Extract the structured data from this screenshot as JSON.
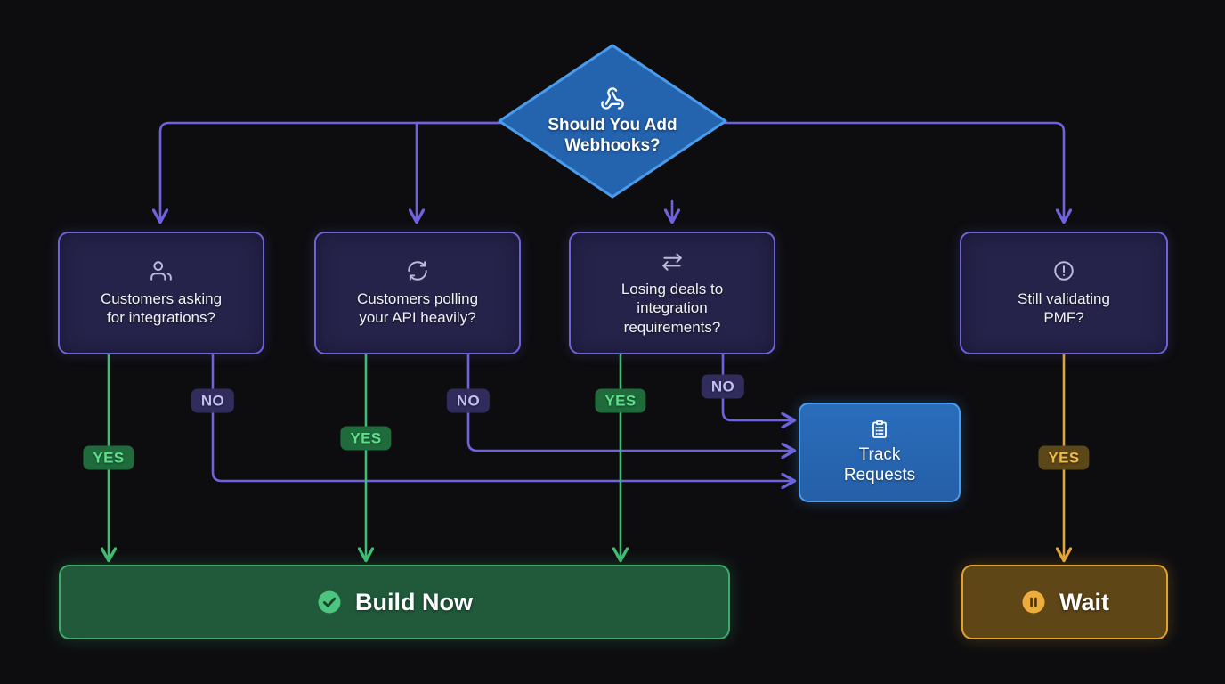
{
  "diagram": {
    "title": "Should You Add Webhooks?",
    "type": "decision-flowchart",
    "background_color": "#0d0d10"
  },
  "root": {
    "label": "Should You Add Webhooks?",
    "label_line1": "Should You Add",
    "label_line2": "Webhooks?",
    "icon": "webhook-icon",
    "shape": "diamond",
    "fill_color": "#2463ae",
    "border_color": "#4a9beb"
  },
  "decisions": [
    {
      "id": "customers-asking",
      "label_line1": "Customers asking",
      "label_line2": "for integrations?",
      "icon": "users-icon",
      "yes_label": "YES",
      "no_label": "NO",
      "yes_target": "Build Now",
      "no_target": "Track Requests"
    },
    {
      "id": "customers-polling",
      "label_line1": "Customers polling",
      "label_line2": "your API heavily?",
      "icon": "refresh-icon",
      "yes_label": "YES",
      "no_label": "NO",
      "yes_target": "Build Now",
      "no_target": "Track Requests"
    },
    {
      "id": "losing-deals",
      "label_line1": "Losing deals to",
      "label_line2": "integration",
      "label_line3": "requirements?",
      "icon": "exchange-arrows-icon",
      "yes_label": "YES",
      "no_label": "NO",
      "yes_target": "Build Now",
      "no_target": "Track Requests"
    },
    {
      "id": "still-validating-pmf",
      "label_line1": "Still validating",
      "label_line2": "PMF?",
      "icon": "alert-circle-icon",
      "yes_label": "YES",
      "yes_target": "Wait"
    }
  ],
  "outcomes": {
    "track": {
      "label": "Track Requests",
      "label_line1": "Track",
      "label_line2": "Requests",
      "icon": "clipboard-list-icon",
      "fill_color": "#2a6dbb",
      "border_color": "#4a9beb"
    },
    "build": {
      "label": "Build Now",
      "icon": "check-circle-icon",
      "fill_color": "#215a3b",
      "border_color": "#3fa96a"
    },
    "wait": {
      "label": "Wait",
      "icon": "pause-circle-icon",
      "fill_color": "#5e4617",
      "border_color": "#e2a22e"
    }
  },
  "colors": {
    "edge_purple": "#6f63dd",
    "edge_green": "#3fbf74",
    "edge_amber": "#e0a63a",
    "box_fill": "#26234a",
    "box_border": "#6c63d8",
    "text_primary": "#f1f2f6"
  }
}
